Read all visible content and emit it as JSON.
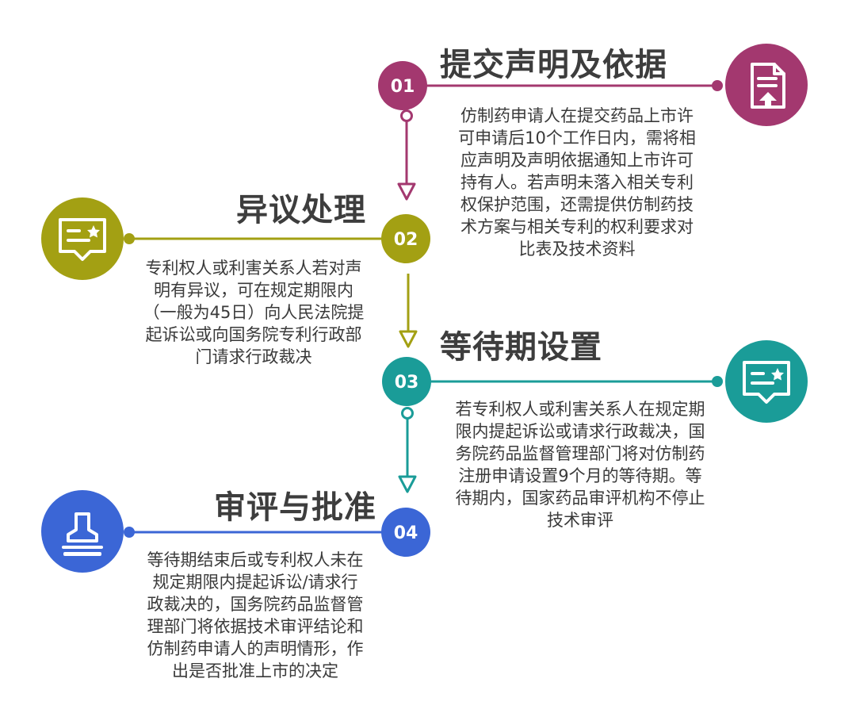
{
  "steps": [
    {
      "num": "01",
      "title": "提交声明及依据",
      "description": "仿制药申请人在提交药品上市许\n可申请后10个工作日内，需将相\n应声明及声明依据通知上市许可\n持有人。若声明未落入相关专利\n权保护范围，还需提供仿制药技\n术方案与相关专利的权利要求对\n比表及技术资料",
      "icon": "document-upload-icon",
      "color": "#a3386f"
    },
    {
      "num": "02",
      "title": "异议处理",
      "description": "专利权人或利害关系人若对声\n明有异议，可在规定期限内\n（一般为45日）向人民法院提\n起诉讼或向国务院专利行政部\n门请求行政裁决",
      "icon": "chat-star-icon",
      "color": "#a3a013"
    },
    {
      "num": "03",
      "title": "等待期设置",
      "description": "若专利权人或利害关系人在规定期\n限内提起诉讼或请求行政裁决，国\n务院药品监督管理部门将对仿制药\n注册申请设置9个月的等待期。等\n待期内，国家药品审评机构不停止\n技术审评",
      "icon": "chat-star-icon",
      "color": "#1a9c98"
    },
    {
      "num": "04",
      "title": "审评与批准",
      "description": "等待期结束后或专利权人未在\n规定期限内提起诉讼/请求行\n政裁决的，国务院药品监督管\n理部门将依据技术审评结论和\n仿制药申请人的声明情形，作\n出是否批准上市的决定",
      "icon": "stamp-icon",
      "color": "#3b66d6"
    }
  ]
}
